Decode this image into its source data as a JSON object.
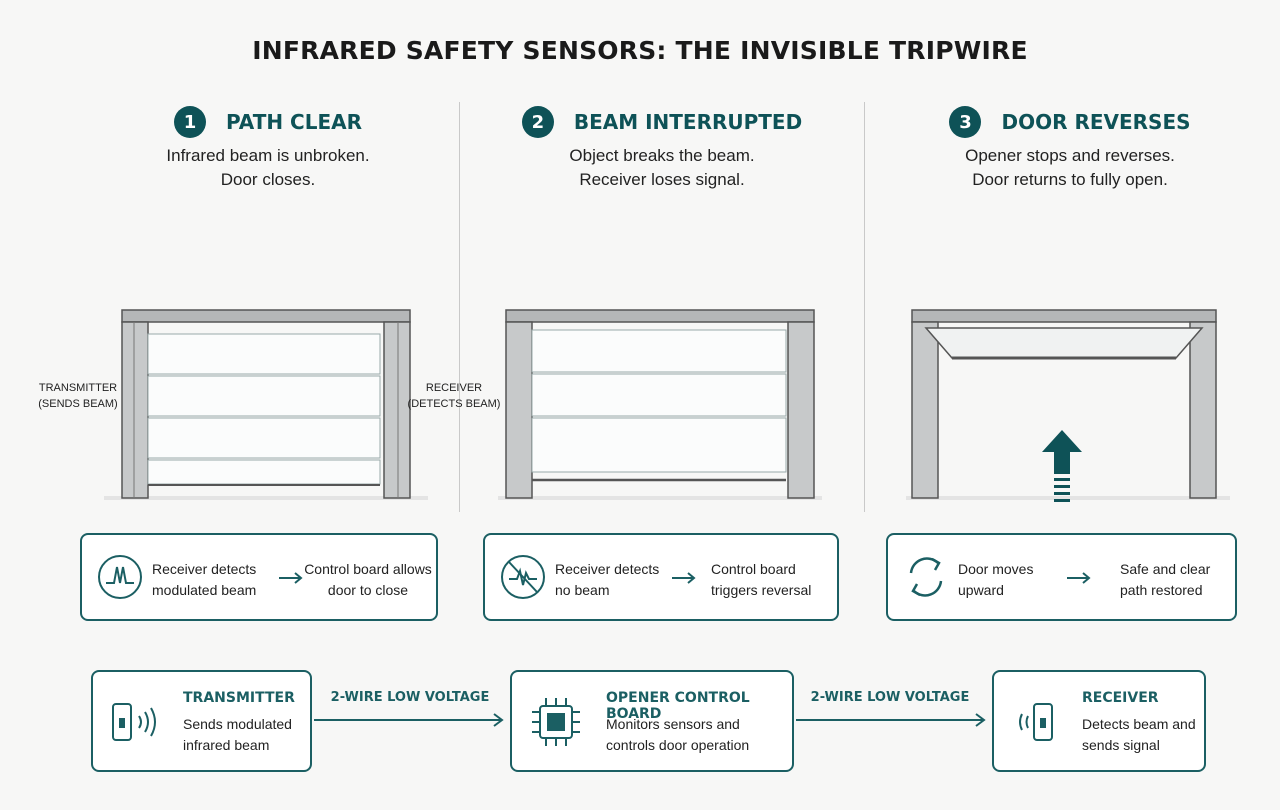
{
  "title": "INFRARED SAFETY SENSORS: THE INVISIBLE TRIPWIRE",
  "colors": {
    "teal": "#0e5257",
    "beam": "#d43a2a",
    "box": "#d2a87d"
  },
  "steps": [
    {
      "number": "1",
      "title": "PATH CLEAR",
      "desc_line1": "Infrared beam is unbroken.",
      "desc_line2": "Door closes.",
      "left_label": "TRANSMITTER\n(SENDS BEAM)",
      "right_label": "RECEIVER\n(DETECTS BEAM)",
      "card": {
        "icon": "waveform-icon",
        "text1": "Receiver detects modulated beam",
        "text2": "Control board allows door to close"
      }
    },
    {
      "number": "2",
      "title": "BEAM INTERRUPTED",
      "desc_line1": "Object breaks the beam.",
      "desc_line2": "Receiver loses signal.",
      "box_symbol": "↑↑",
      "card": {
        "icon": "no-signal-icon",
        "text1": "Receiver detects no beam",
        "text2": "Control board triggers reversal"
      }
    },
    {
      "number": "3",
      "title": "DOOR REVERSES",
      "desc_line1": "Opener stops and reverses.",
      "desc_line2": "Door returns to fully open.",
      "card": {
        "icon": "refresh-cycle-icon",
        "text1": "Door moves upward",
        "text2": "Safe and clear path restored"
      }
    }
  ],
  "system": {
    "transmitter": {
      "icon": "transmitter-icon",
      "title": "TRANSMITTER",
      "desc": "Sends modulated infrared beam"
    },
    "wire1": "2-WIRE LOW VOLTAGE",
    "control": {
      "icon": "chip-icon",
      "title": "OPENER CONTROL BOARD",
      "desc": "Monitors sensors and controls door operation"
    },
    "wire2": "2-WIRE LOW VOLTAGE",
    "receiver": {
      "icon": "receiver-icon",
      "title": "RECEIVER",
      "desc": "Detects beam and sends signal"
    }
  }
}
